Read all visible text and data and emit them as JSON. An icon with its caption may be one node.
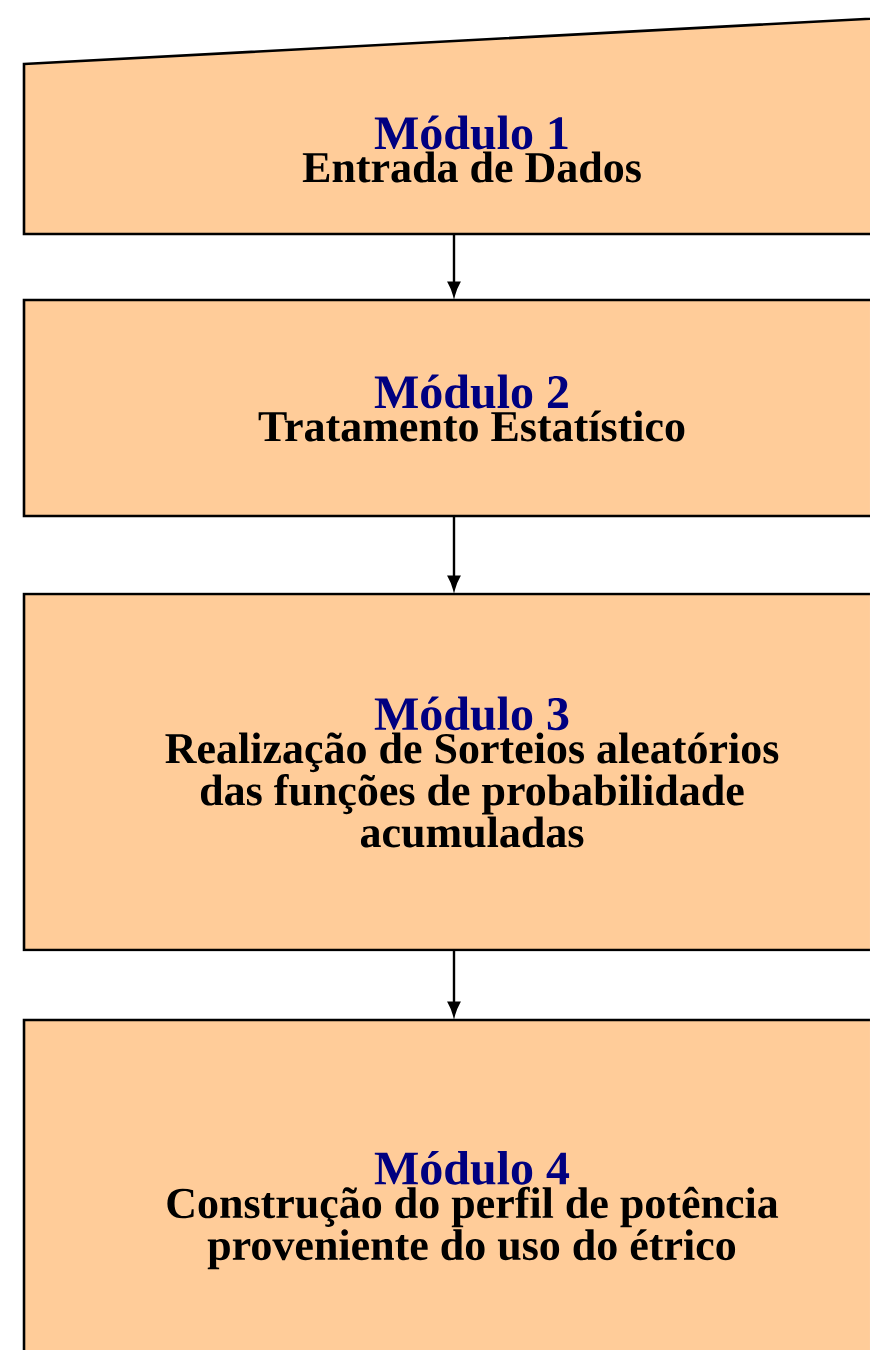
{
  "diagram": {
    "nodes": [
      {
        "text": [
          "Módulo 1",
          "Entrada de Dados"
        ]
      },
      {
        "text": [
          "Módulo 2",
          "Tratamento Estatístico"
        ]
      },
      {
        "text": [
          "Módulo 3",
          "Realização de Sorteios aleatórios das funções de probabilidade acumuladas"
        ]
      },
      {
        "text": [
          "Módulo 4",
          "Construção do perfil de potência proveniente do uso do étrico"
        ]
      }
    ],
    "edges": [
      {
        "from": 0,
        "to": 1,
        "arrow": "to"
      },
      {
        "from": 1,
        "to": 2,
        "arrow": "to"
      },
      {
        "from": 2,
        "to": 3,
        "arrow": "to"
      }
    ]
  }
}
